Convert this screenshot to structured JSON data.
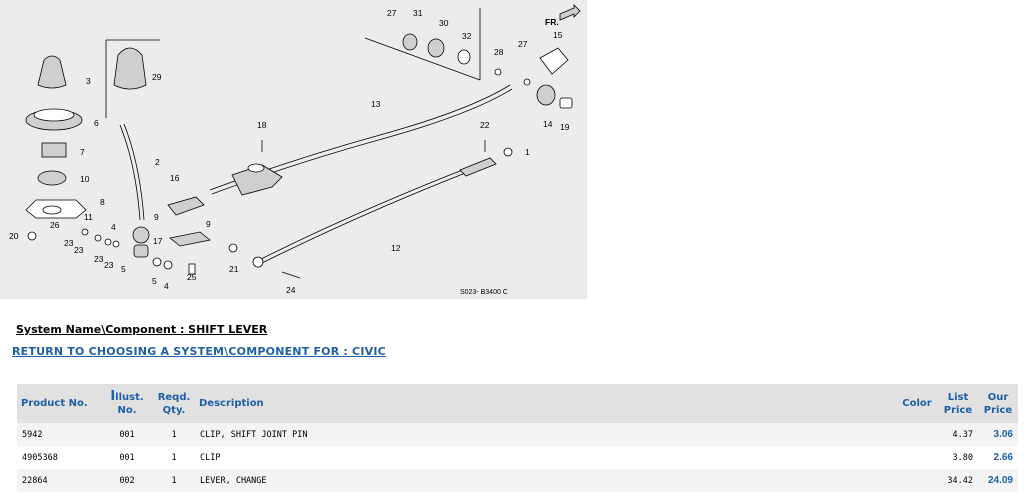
{
  "diagram": {
    "callouts": [
      "27",
      "31",
      "30",
      "32",
      "FR.",
      "15",
      "28",
      "27",
      "3",
      "29",
      "13",
      "14",
      "19",
      "6",
      "18",
      "22",
      "1",
      "7",
      "2",
      "10",
      "16",
      "8",
      "11",
      "9",
      "9",
      "26",
      "4",
      "20",
      "23",
      "23",
      "17",
      "12",
      "23",
      "23",
      "5",
      "21",
      "25",
      "5",
      "4",
      "24"
    ],
    "code": "S023- B3400 C"
  },
  "heading": "System Name\\Component : SHIFT LEVER",
  "return_link": "RETURN TO CHOOSING A SYSTEM\\COMPONENT FOR : CIVIC",
  "table": {
    "headers": {
      "product": "Product No.",
      "illust_initial": "I",
      "illust_rest": "llust.",
      "illust_line2": "No.",
      "reqd_line1": "Reqd.",
      "reqd_line2": "Qty.",
      "description": "Description",
      "color": "Color",
      "list_line1": "List",
      "list_line2": "Price",
      "our_line1": "Our",
      "our_line2": "Price"
    },
    "rows": [
      {
        "product": "5942",
        "illust": "001",
        "qty": "1",
        "description": "CLIP, SHIFT JOINT PIN",
        "color": "",
        "list": "4.37",
        "our": "3.06"
      },
      {
        "product": "4905368",
        "illust": "001",
        "qty": "1",
        "description": "CLIP",
        "color": "",
        "list": "3.80",
        "our": "2.66"
      },
      {
        "product": "22864",
        "illust": "002",
        "qty": "1",
        "description": "LEVER, CHANGE",
        "color": "",
        "list": "34.42",
        "our": "24.09"
      }
    ]
  }
}
